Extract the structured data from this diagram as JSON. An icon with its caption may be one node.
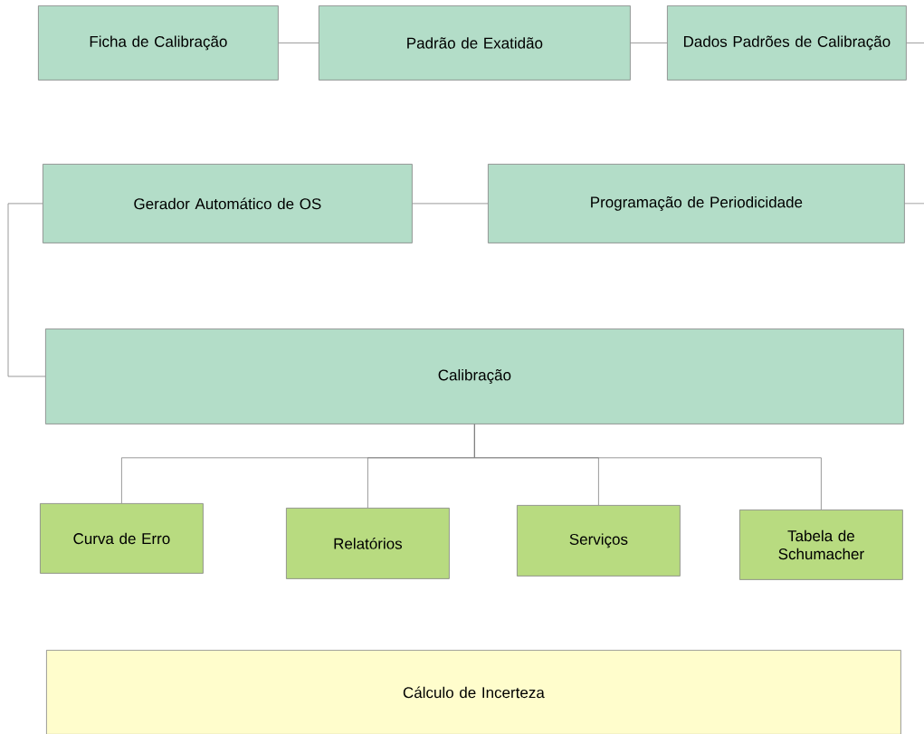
{
  "diagram": {
    "nodes": [
      {
        "text": [
          "Ficha de Calibração"
        ]
      },
      {
        "text": [
          "Padrão de Exatidão"
        ]
      },
      {
        "text": [
          "Dados Padrões de Calibração"
        ]
      },
      {
        "text": [
          "Gerador Automático de OS"
        ]
      },
      {
        "text": [
          "Programação de Periodicidade"
        ]
      },
      {
        "text": [
          "Calibração"
        ]
      },
      {
        "text": [
          "Curva de Erro"
        ]
      },
      {
        "text": [
          "Relatórios"
        ]
      },
      {
        "text": [
          "Serviços"
        ]
      },
      {
        "text": [
          "Tabela de Schumacher"
        ]
      },
      {
        "text": [
          "Cálculo de Incerteza"
        ]
      }
    ],
    "edges": [
      {
        "from": 0,
        "to": 1,
        "arrow": "none"
      },
      {
        "from": 1,
        "to": 2,
        "arrow": "none"
      },
      {
        "from": 2,
        "to": null,
        "arrow": "none"
      },
      {
        "from": 3,
        "to": 4,
        "arrow": "none"
      },
      {
        "from": 4,
        "to": null,
        "arrow": "none"
      },
      {
        "from": 3,
        "to": 5,
        "arrow": "none"
      },
      {
        "from": 5,
        "to": 6,
        "arrow": "none"
      },
      {
        "from": 5,
        "to": 7,
        "arrow": "none"
      },
      {
        "from": 5,
        "to": 8,
        "arrow": "none"
      },
      {
        "from": 5,
        "to": 9,
        "arrow": "none"
      }
    ]
  }
}
